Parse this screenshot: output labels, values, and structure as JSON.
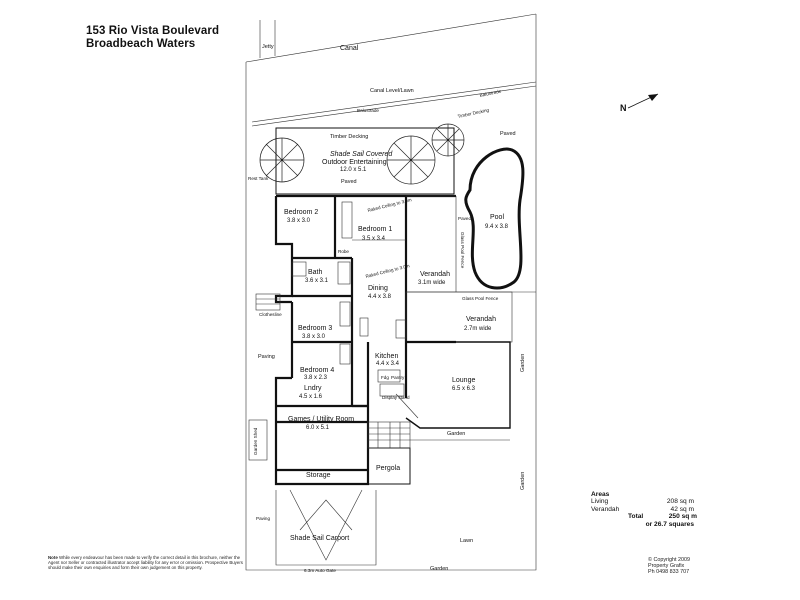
{
  "header": {
    "address_line1": "153 Rio Vista Boulevard",
    "address_line2": "Broadbeach Waters"
  },
  "site": {
    "jetty": "Jetty",
    "canal": "Canal",
    "canal_level": "Canal Level/Lawn",
    "balustrade": "Balustrade",
    "timber_decking": "Timber Decking",
    "paved": "Paved",
    "paving": "Paving",
    "garden": "Garden",
    "lawn": "Lawn",
    "clothesline": "Clothesline",
    "garden_shed": "Garden Shed",
    "glass_pool_fence": "Glass Pool Fence",
    "pool_fence": "Glass Pool Fence",
    "auto_gate": "6.3m Auto Gate",
    "pergola": "Pergola",
    "shade_carport": "Shade Sail Carport",
    "north_label": "N"
  },
  "rooms": {
    "outdoor": {
      "line1": "Shade Sail Covered",
      "line2": "Outdoor Entertaining",
      "dim": "12.0 x 5.1"
    },
    "bed2": {
      "name": "Bedroom 2",
      "dim": "3.8 x 3.0"
    },
    "bed1": {
      "name": "Bedroom 1",
      "dim": "3.5 x 3.4"
    },
    "bath": {
      "name": "Bath",
      "dim": "3.6 x 3.1"
    },
    "dining": {
      "name": "Dining",
      "dim": "4.4 x 3.8"
    },
    "verandah1": {
      "name": "Verandah",
      "dim": "3.1m wide"
    },
    "verandah2": {
      "name": "Verandah",
      "dim": "2.7m wide"
    },
    "pool": {
      "name": "Pool",
      "dim": "9.4 x 3.8"
    },
    "bed3": {
      "name": "Bedroom 3",
      "dim": "3.8 x 3.0"
    },
    "kitchen": {
      "name": "Kitchen",
      "dim": "4.4 x 3.4"
    },
    "bed4": {
      "name": "Bedroom 4",
      "dim": "3.8 x 2.3"
    },
    "lndry": {
      "name": "Lndry",
      "dim": "4.5 x 1.6"
    },
    "lounge": {
      "name": "Lounge",
      "dim": "6.5 x 6.3"
    },
    "games": {
      "name": "Games / Utility Room",
      "dim": "6.0 x 5.1"
    },
    "storage": {
      "name": "Storage"
    }
  },
  "fixtures": {
    "robe": "Robe",
    "fridge": "Fdg",
    "pantry": "Pantry",
    "display": "Display stand",
    "raked_ceiling": "Raked Ceiling to 3.0m",
    "raked_ceiling_short": "Raked Ceiling to 3.0m"
  },
  "areas": {
    "title": "Areas",
    "living_label": "Living",
    "living_value": "208 sq m",
    "verandah_label": "Verandah",
    "verandah_value": "42 sq m",
    "total_label": "Total",
    "total_value": "250 sq m",
    "squares": "or 26.7 squares"
  },
  "note": {
    "label": "Note",
    "text": "While every endeavour has been made to verify the correct detail in this brochure, neither the Agent nor Seller or contracted illustrator accept liability for any error or omission. Prospective Buyers should make their own enquiries and form their own judgement on this property."
  },
  "copyright": {
    "line1": "© Copyright 2009",
    "line2": "Property Grafix",
    "line3": "Ph 0498 833 707"
  }
}
